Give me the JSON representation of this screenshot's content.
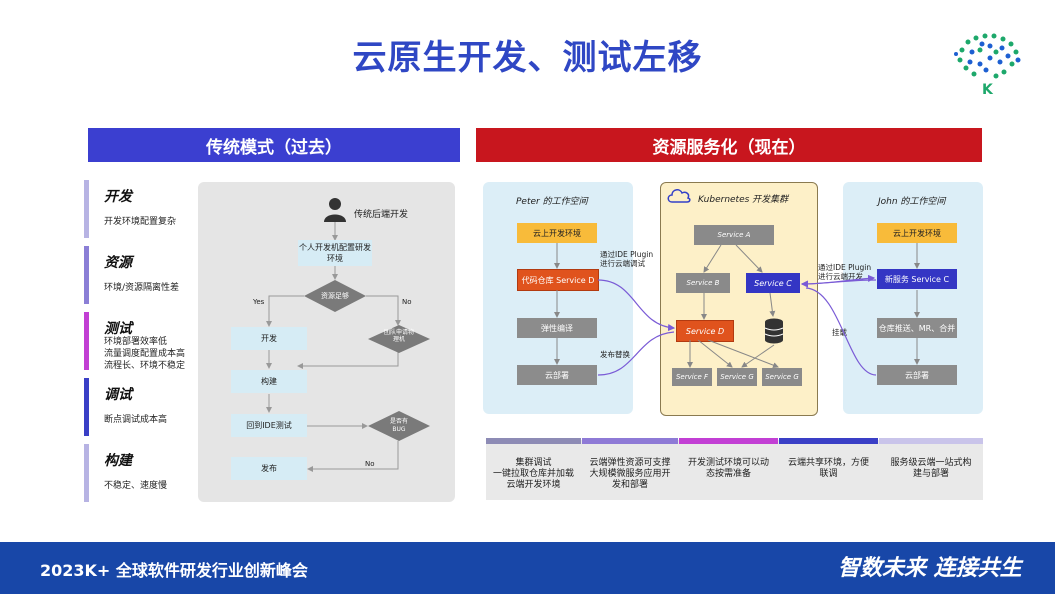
{
  "title": "云原生开发、测试左移",
  "logo": {
    "letter": "K",
    "color": "#1da86b"
  },
  "left_header": "传统模式（过去）",
  "right_header": "资源服务化（现在）",
  "sidebar": [
    {
      "heading": "开发",
      "text": "开发环境配置复杂",
      "color": "#b7b3e3"
    },
    {
      "heading": "资源",
      "text": "环境/资源隔离性差",
      "color": "#8b7fd6"
    },
    {
      "heading": "测试",
      "text": "环境部署效率低\n流量调度配置成本高\n流程长、环境不稳定",
      "color": "#c23fd4"
    },
    {
      "heading": "调试",
      "text": "断点调试成本高",
      "color": "#3a3fc6"
    },
    {
      "heading": "构建",
      "text": "不稳定、速度慢",
      "color": "#b7b3e3"
    }
  ],
  "traditional": {
    "actor": "传统后端开发",
    "config": "个人开发机配置研发环境",
    "decision1": "资源足够",
    "yes": "Yes",
    "no": "No",
    "request": "团队申请物理机",
    "dev": "开发",
    "build": "构建",
    "test": "回到IDE测试",
    "decision2": "是否有BUG",
    "no2": "No",
    "release": "发布"
  },
  "peter": {
    "title": "Peter 的工作空间",
    "env": "云上开发环境",
    "repo": "代码仓库 Service D",
    "build": "弹性编译",
    "deploy": "云部署",
    "plugin_note": "通过IDE Plugin\n进行云端调试",
    "release_note": "发布替换"
  },
  "cluster": {
    "title": "Kubernetes 开发集群",
    "a": "Service A",
    "b": "Service B",
    "c": "Service C",
    "d": "Service D",
    "f": "Service F",
    "g1": "Service G",
    "g2": "Service G"
  },
  "john": {
    "title": "John 的工作空间",
    "env": "云上开发环境",
    "newsvc": "新服务 Service C",
    "push": "仓库推送、MR、合并",
    "deploy": "云部署",
    "plugin_note": "通过IDE Plugin\n进行云端开发",
    "mount_note": "挂载"
  },
  "bottom": [
    {
      "text": "集群调试\n一键拉取仓库并加载\n云端开发环境",
      "color": "#8d8bb5"
    },
    {
      "text": "云端弹性资源可支撑\n大规模微服务应用开\n发和部署",
      "color": "#8e7ad6"
    },
    {
      "text": "开发测试环境可以动\n态按需准备",
      "color": "#c23fd4"
    },
    {
      "text": "云端共享环境，方便\n联调",
      "color": "#3a3fc6"
    },
    {
      "text": "服务级云端一站式构\n建与部署",
      "color": "#c9c4ea"
    }
  ],
  "footer": {
    "conference": "2023K+ 全球软件研发行业创新峰会",
    "slogan": "智数未来 连接共生"
  }
}
